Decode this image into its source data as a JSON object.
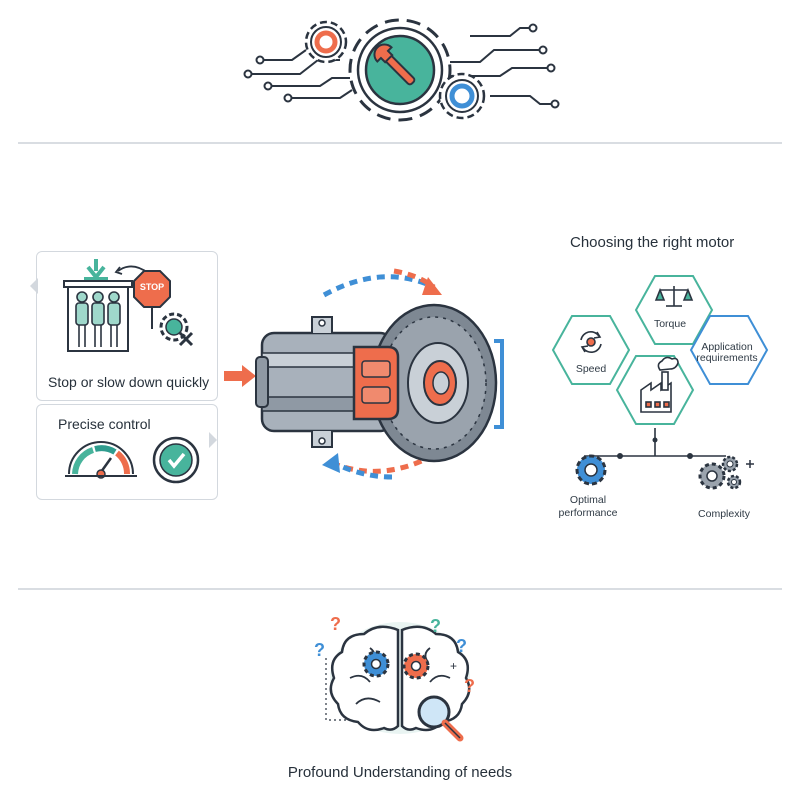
{
  "left_panel": {
    "stop_label": "Stop or slow down quickly",
    "stop_sign_text": "STOP",
    "precise_label": "Precise control"
  },
  "right_panel": {
    "title": "Choosing the right motor",
    "hexagons": {
      "torque": "Torque",
      "speed": "Speed",
      "application": "Application requirements"
    },
    "outcomes": {
      "optimal": "Optimal performance",
      "complexity": "Complexity"
    }
  },
  "bottom": {
    "caption": "Profound Understanding of needs"
  },
  "colors": {
    "teal": "#2f9c8e",
    "orange": "#ee6d4c",
    "blue": "#3f8fd6",
    "grey": "#6f7a86",
    "dark": "#2b3440",
    "green_hex": "#48b49c"
  }
}
